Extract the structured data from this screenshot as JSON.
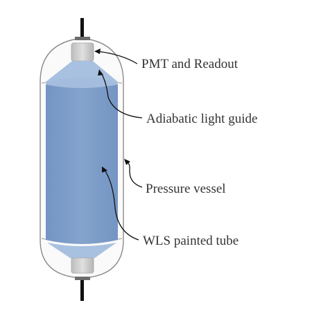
{
  "labels": {
    "pmt": "PMT and Readout",
    "light_guide": "Adiabatic light guide",
    "vessel": "Pressure vessel",
    "tube": "WLS painted tube"
  },
  "colors": {
    "tube_fill": "#7f9fca",
    "tube_top": "#a4bcdd",
    "light_guide": "#a9c1e0",
    "vessel_outline": "#8a8a8a",
    "pmt_body": "#c8c8c8",
    "cable": "#111111",
    "label_text": "#333333"
  },
  "icons": {
    "pmt_top": "pmt-cylinder",
    "pmt_bottom": "pmt-cylinder",
    "cable_top": "cable",
    "cable_bottom": "cable"
  }
}
